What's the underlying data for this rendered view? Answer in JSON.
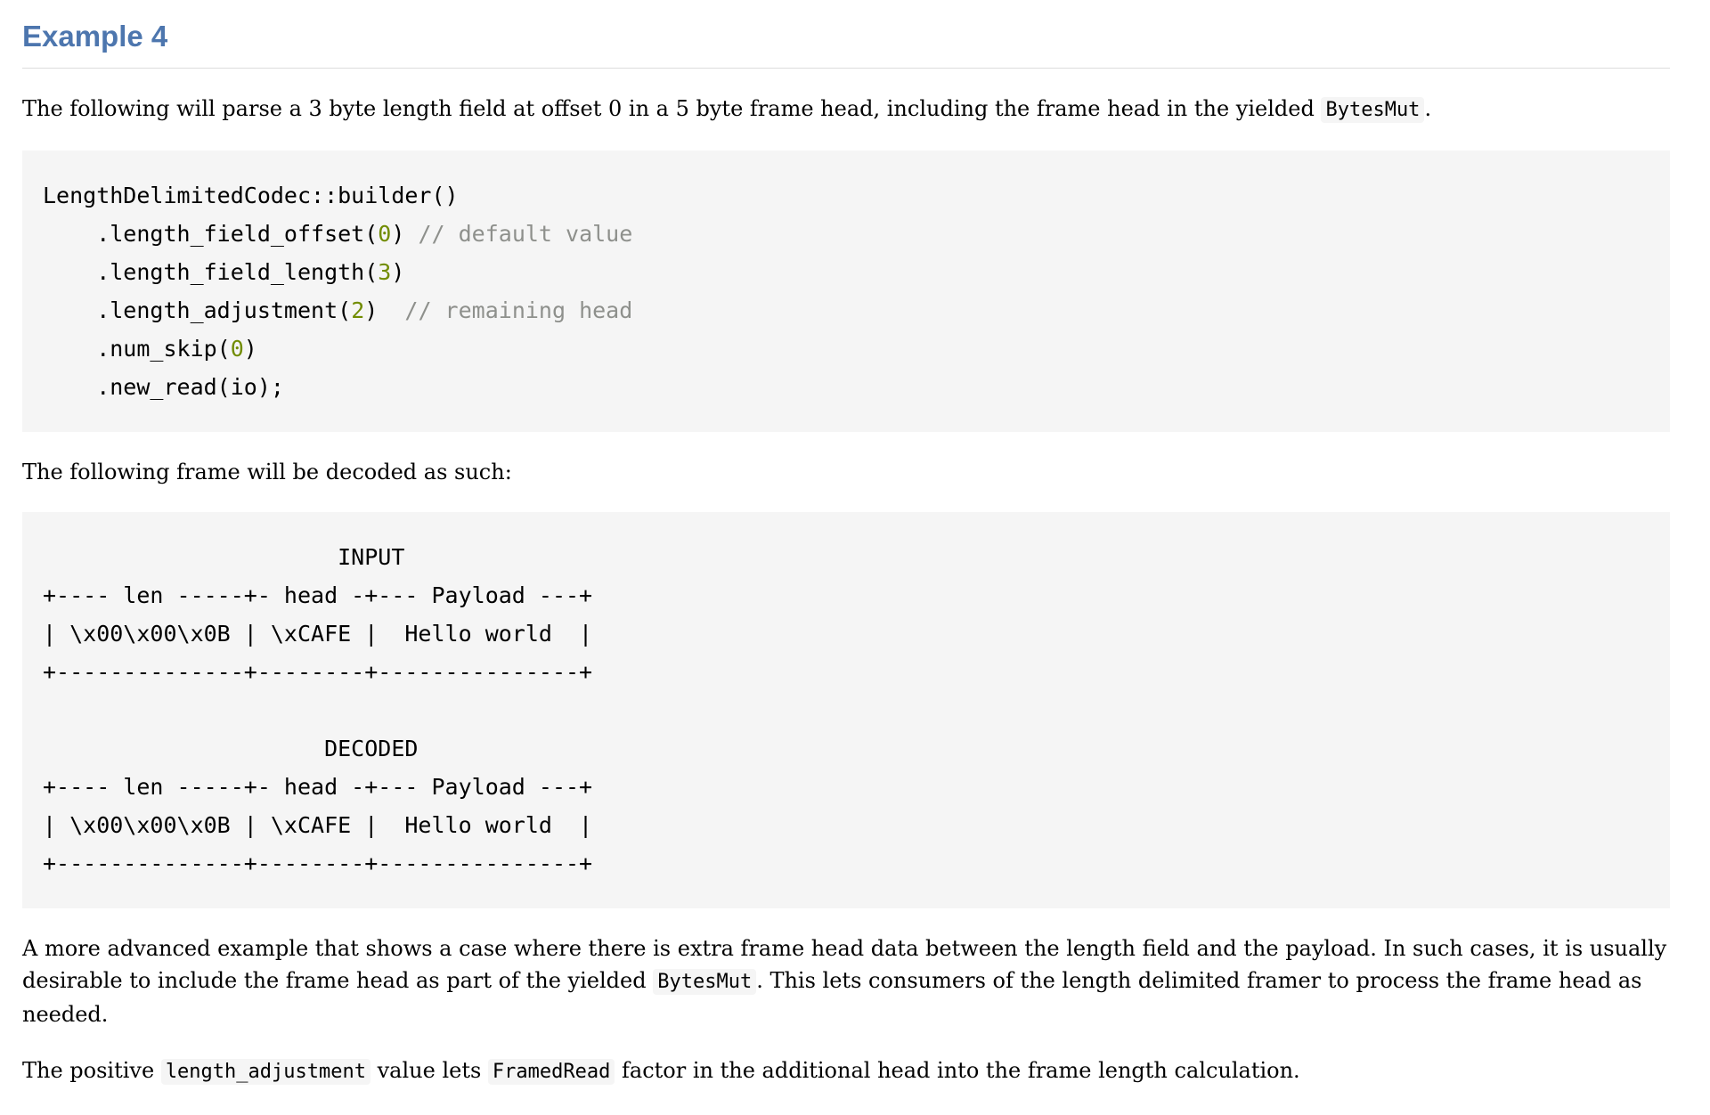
{
  "page": {
    "heading": "Example 4",
    "intro": {
      "segments": [
        {
          "k": "text",
          "s": "The following will parse a 3 byte length field at offset 0 in a 5 byte frame head, including the frame head in the yielded "
        },
        {
          "k": "inline-code",
          "s": "BytesMut"
        },
        {
          "k": "text",
          "s": "."
        }
      ]
    },
    "builder_code": {
      "lines": [
        [
          {
            "k": "plain",
            "s": "LengthDelimitedCodec::builder()"
          }
        ],
        [
          {
            "k": "plain",
            "s": "    .length_field_offset("
          },
          {
            "k": "number",
            "s": "0"
          },
          {
            "k": "plain",
            "s": ") "
          },
          {
            "k": "comment",
            "s": "// default value"
          }
        ],
        [
          {
            "k": "plain",
            "s": "    .length_field_length("
          },
          {
            "k": "number",
            "s": "3"
          },
          {
            "k": "plain",
            "s": ")"
          }
        ],
        [
          {
            "k": "plain",
            "s": "    .length_adjustment("
          },
          {
            "k": "number",
            "s": "2"
          },
          {
            "k": "plain",
            "s": ")  "
          },
          {
            "k": "comment",
            "s": "// remaining head"
          }
        ],
        [
          {
            "k": "plain",
            "s": "    .num_skip("
          },
          {
            "k": "number",
            "s": "0"
          },
          {
            "k": "plain",
            "s": ")"
          }
        ],
        [
          {
            "k": "plain",
            "s": "    .new_read(io);"
          }
        ]
      ]
    },
    "decode_caption": "The following frame will be decoded as such:",
    "frame_diagram": {
      "lines": [
        [
          {
            "k": "plain",
            "s": "                      INPUT"
          }
        ],
        [
          {
            "k": "plain",
            "s": "+---- len -----+- head -+--- Payload ---+"
          }
        ],
        [
          {
            "k": "plain",
            "s": "| \\x00\\x00\\x0B | \\xCAFE |  Hello world  |"
          }
        ],
        [
          {
            "k": "plain",
            "s": "+--------------+--------+---------------+"
          }
        ],
        [
          {
            "k": "plain",
            "s": ""
          }
        ],
        [
          {
            "k": "plain",
            "s": "                     DECODED"
          }
        ],
        [
          {
            "k": "plain",
            "s": "+---- len -----+- head -+--- Payload ---+"
          }
        ],
        [
          {
            "k": "plain",
            "s": "| \\x00\\x00\\x0B | \\xCAFE |  Hello world  |"
          }
        ],
        [
          {
            "k": "plain",
            "s": "+--------------+--------+---------------+"
          }
        ]
      ]
    },
    "para_advanced": {
      "segments": [
        {
          "k": "text",
          "s": "A more advanced example that shows a case where there is extra frame head data between the length field and the payload. In such cases, it is usually desirable to include the frame head as part of the yielded "
        },
        {
          "k": "inline-code",
          "s": "BytesMut"
        },
        {
          "k": "text",
          "s": ". This lets consumers of the length delimited framer to process the frame head as needed."
        }
      ]
    },
    "para_positive": {
      "segments": [
        {
          "k": "text",
          "s": "The positive "
        },
        {
          "k": "inline-code",
          "s": "length_adjustment"
        },
        {
          "k": "text",
          "s": " value lets "
        },
        {
          "k": "inline-code",
          "s": "FramedRead"
        },
        {
          "k": "text",
          "s": " factor in the additional head into the frame length calculation."
        }
      ]
    }
  },
  "colors": {
    "heading": "#4d76ae",
    "heading_rule": "#dddddd",
    "body_text": "#000000",
    "code_background": "#f5f5f5",
    "code_number": "#718c00",
    "code_comment": "#8e908c"
  }
}
